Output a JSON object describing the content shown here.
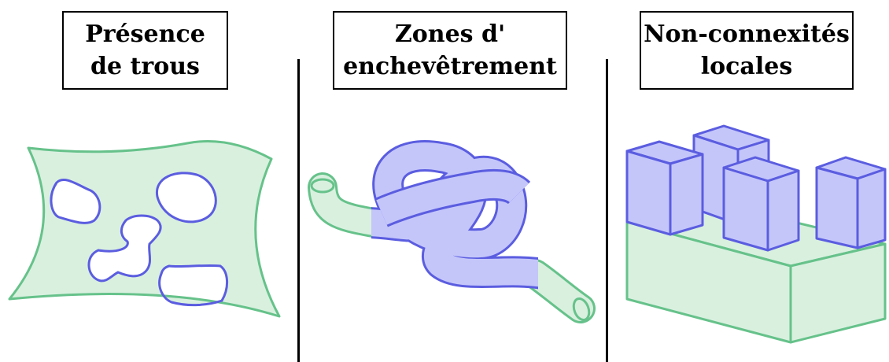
{
  "panels": [
    {
      "title_line1": "Présence",
      "title_line2": "de trous"
    },
    {
      "title_line1": "Zones d'",
      "title_line2": "enchevêtrement"
    },
    {
      "title_line1": "Non-connexités",
      "title_line2": "locales"
    }
  ],
  "colors": {
    "green_fill": "#d9f0df",
    "green_stroke": "#66c28a",
    "blue_fill": "#c4c6fa",
    "blue_stroke": "#5b5de0",
    "line": "#000000"
  }
}
